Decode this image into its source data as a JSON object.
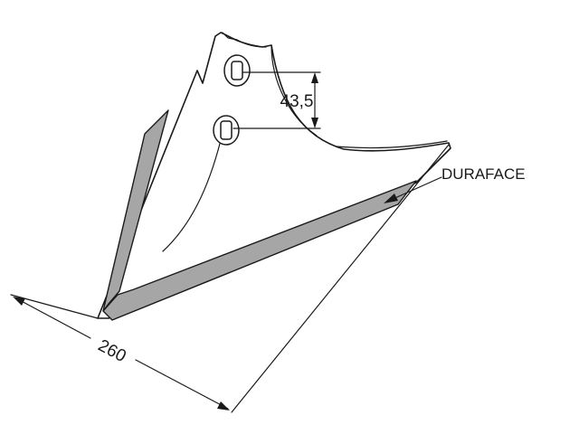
{
  "diagram": {
    "dimension_hole_spacing": "43,5",
    "dimension_width": "260",
    "callout_label": "DURAFACE",
    "colors": {
      "outline": "#1a1a1a",
      "hardfacing": "#a6a6a6",
      "background": "#ffffff"
    }
  }
}
